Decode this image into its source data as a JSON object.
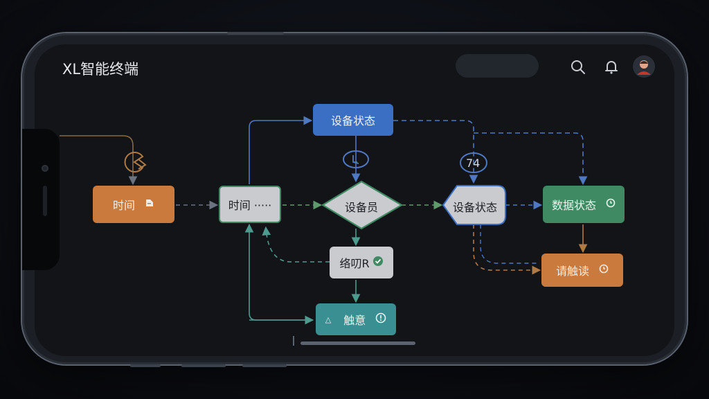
{
  "app": {
    "title": "XL智能终端"
  },
  "header": {
    "search_icon": "search-icon",
    "bell_icon": "bell-icon",
    "avatar_icon": "user-avatar"
  },
  "diagram": {
    "nodes": {
      "time_start": {
        "label": "时间",
        "icon": "document-icon",
        "color": "#c97a3c"
      },
      "time_process": {
        "label": "时间 ·····",
        "color": "#c9cbcf"
      },
      "device_status_top": {
        "label": "设备状态",
        "color": "#3a6fc4"
      },
      "decision": {
        "label": "设备员",
        "color": "#c9cbcf"
      },
      "device_status_mid": {
        "label": "设备状态",
        "color": "#c9cbcf"
      },
      "data_status": {
        "label": "数据状态",
        "icon": "clock-icon",
        "color": "#3f8a63"
      },
      "sub_process": {
        "label": "络叨R",
        "icon": "check-icon",
        "color": "#c9cbcf"
      },
      "touch": {
        "label": "触意",
        "icon": "info-icon",
        "color": "#3a8f93"
      },
      "clear": {
        "label": "请触读",
        "icon": "clock-icon",
        "color": "#c97a3c"
      }
    },
    "badges": {
      "count": "74",
      "pac_icon": "pacman-icon",
      "flask_icon": "flask-icon"
    }
  }
}
